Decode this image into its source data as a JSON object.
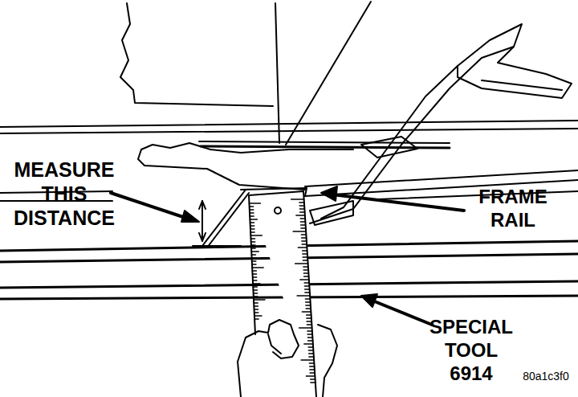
{
  "diagram": {
    "labels": [
      "MEASURE THIS DISTANCE",
      "FRAME RAIL",
      "SPECIAL TOOL 6914",
      "80a1c3f0"
    ]
  }
}
